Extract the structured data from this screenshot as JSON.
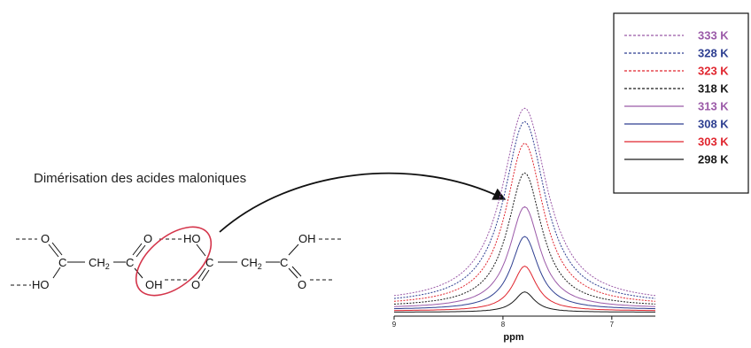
{
  "figure": {
    "caption": "Dimérisation des acides maloniques"
  },
  "molecule": {
    "atoms": {
      "o_left_top": "O",
      "ho_left_bottom": "HO",
      "c_left": "C",
      "ch2_left": "CH",
      "ch2_left_sub": "2",
      "c_mid_left": "C",
      "o_mid_top": "O",
      "oh_mid_bottom": "OH",
      "ho_mid_top": "HO",
      "c_mid_right": "C",
      "o_mid_bottom": "O",
      "ch2_right": "CH",
      "ch2_right_sub": "2",
      "c_right": "C",
      "oh_right_top": "OH",
      "o_right_bottom": "O"
    },
    "highlight_color": "#d4344a"
  },
  "chart_data": {
    "type": "line",
    "title": "",
    "xlabel": "ppm",
    "ylabel": "",
    "xlim": [
      9.0,
      6.6
    ],
    "x_reversed": true,
    "x_ticks": [
      9,
      8,
      7
    ],
    "ylim": [
      0,
      1.0
    ],
    "peak_center_ppm": 7.8,
    "legend_position": "top-right",
    "series": [
      {
        "name": "333 K",
        "color": "#9b5aa8",
        "dashed": true,
        "peak": 0.96
      },
      {
        "name": "328 K",
        "color": "#2e3f91",
        "dashed": true,
        "peak": 0.9
      },
      {
        "name": "323 K",
        "color": "#e0262f",
        "dashed": true,
        "peak": 0.8
      },
      {
        "name": "318 K",
        "color": "#1a1a1a",
        "dashed": true,
        "peak": 0.66
      },
      {
        "name": "313 K",
        "color": "#9b5aa8",
        "dashed": false,
        "peak": 0.5
      },
      {
        "name": "308 K",
        "color": "#2e3f91",
        "dashed": false,
        "peak": 0.36
      },
      {
        "name": "303 K",
        "color": "#e0262f",
        "dashed": false,
        "peak": 0.22
      },
      {
        "name": "298 K",
        "color": "#1a1a1a",
        "dashed": false,
        "peak": 0.1
      }
    ]
  }
}
